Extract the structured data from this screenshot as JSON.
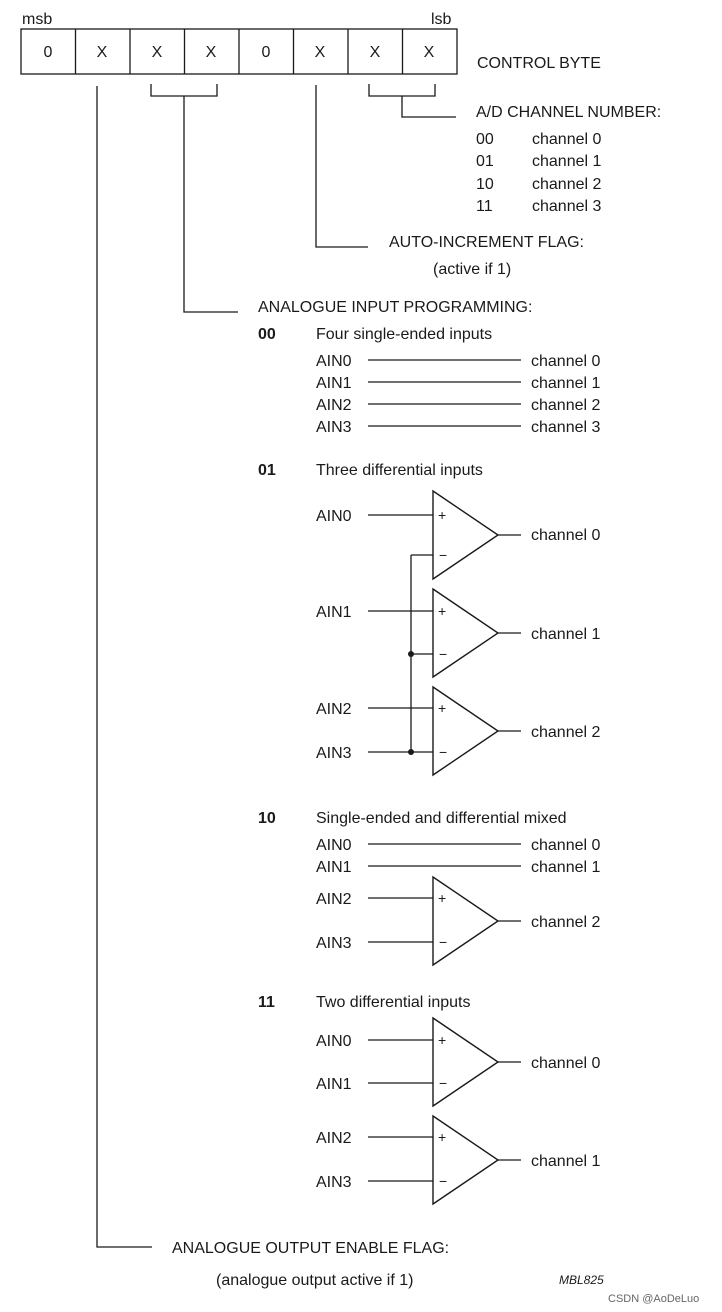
{
  "header": {
    "msb": "msb",
    "lsb": "lsb"
  },
  "control_byte": {
    "label": "CONTROL BYTE",
    "bits": [
      "0",
      "X",
      "X",
      "X",
      "0",
      "X",
      "X",
      "X"
    ]
  },
  "ad_channel": {
    "title": "A/D CHANNEL NUMBER:",
    "rows": [
      {
        "code": "00",
        "channel": "channel 0"
      },
      {
        "code": "01",
        "channel": "channel 1"
      },
      {
        "code": "10",
        "channel": "channel 2"
      },
      {
        "code": "11",
        "channel": "channel 3"
      }
    ]
  },
  "auto_increment": {
    "title": "AUTO-INCREMENT FLAG:",
    "note": "(active if 1)"
  },
  "analogue_input": {
    "title": "ANALOGUE INPUT PROGRAMMING:",
    "modes": [
      {
        "code": "00",
        "desc": "Four single-ended inputs",
        "inputs": [
          "AIN0",
          "AIN1",
          "AIN2",
          "AIN3"
        ],
        "outputs": [
          "channel 0",
          "channel 1",
          "channel 2",
          "channel 3"
        ]
      },
      {
        "code": "01",
        "desc": "Three differential inputs",
        "inputs": [
          "AIN0",
          "AIN1",
          "AIN2",
          "AIN3"
        ],
        "outputs": [
          "channel 0",
          "channel 1",
          "channel 2"
        ]
      },
      {
        "code": "10",
        "desc": "Single-ended and differential mixed",
        "inputs": [
          "AIN0",
          "AIN1",
          "AIN2",
          "AIN3"
        ],
        "outputs": [
          "channel 0",
          "channel 1",
          "channel 2"
        ]
      },
      {
        "code": "11",
        "desc": "Two differential inputs",
        "inputs": [
          "AIN0",
          "AIN1",
          "AIN2",
          "AIN3"
        ],
        "outputs": [
          "channel 0",
          "channel 1"
        ]
      }
    ]
  },
  "opamp_signs": {
    "plus": "+",
    "minus": "−"
  },
  "analogue_output": {
    "title": "ANALOGUE OUTPUT ENABLE FLAG:",
    "note": "(analogue output active if 1)"
  },
  "figure_code": "MBL825",
  "watermark": "CSDN @AoDeLuo"
}
